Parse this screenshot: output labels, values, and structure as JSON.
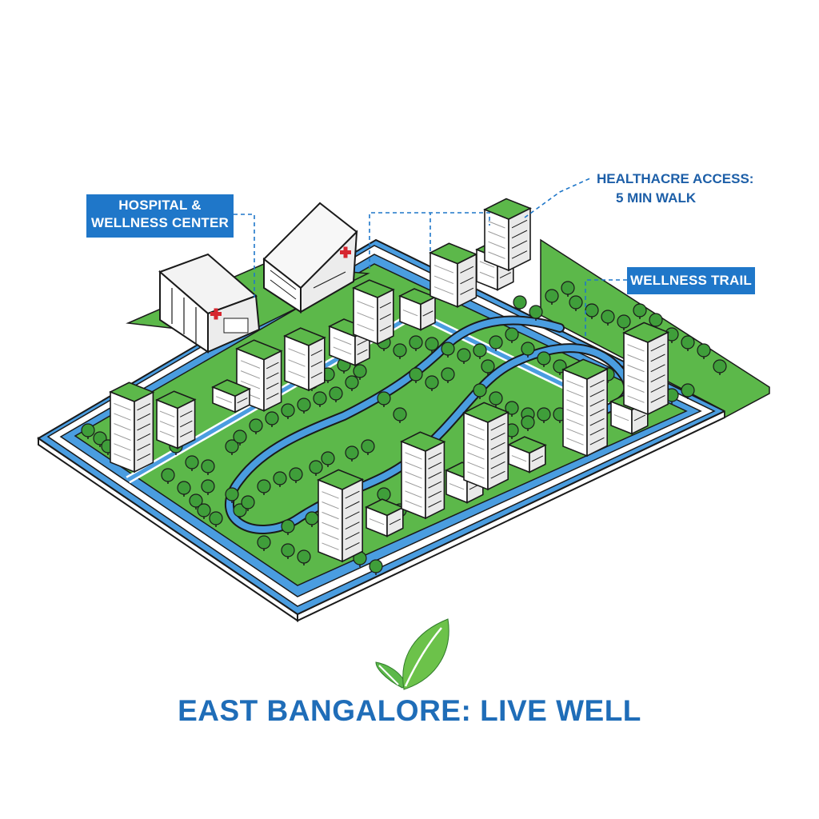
{
  "callouts": {
    "hospital": {
      "line1": "HOSPITAL &",
      "line2": "WELLNESS CENTER"
    },
    "healthcare": {
      "line1": "HEALTHACRE ACCESS:",
      "line2": "5 MIN WALK"
    },
    "trail": "WELLNESS TRAIL"
  },
  "tagline": "EAST BANGALORE: LIVE WELL",
  "icons": [
    "leaf-icon",
    "medical-cross-icon"
  ],
  "colors": {
    "park_green": "#5cb84a",
    "water_blue": "#4a9de0",
    "label_blue": "#1f77c9",
    "text_blue": "#1f6db8",
    "cross_red": "#d6262f"
  }
}
